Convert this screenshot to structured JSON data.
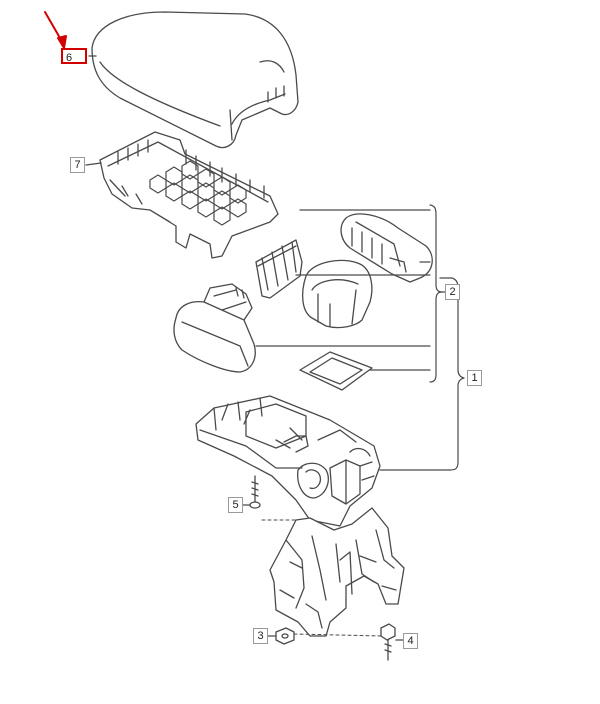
{
  "diagram": {
    "callouts": {
      "c6": "6",
      "c7": "7",
      "c2": "2",
      "c1": "1",
      "c5": "5",
      "c3": "3",
      "c4": "4"
    },
    "highlight_color": "#d40000",
    "line_color": "#4a4a4a"
  }
}
